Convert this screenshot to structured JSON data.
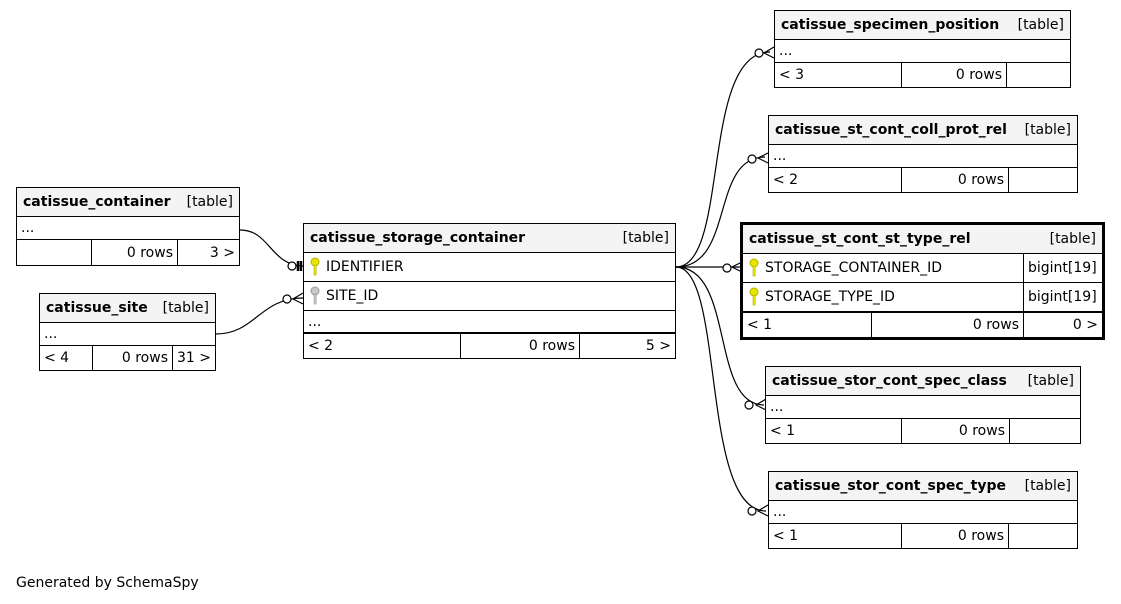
{
  "footer": "Generated by SchemaSpy",
  "tables": {
    "container": {
      "name": "catissue_container",
      "type": "[table]",
      "dots": "...",
      "stats": [
        "",
        "0 rows",
        "3 >"
      ]
    },
    "site": {
      "name": "catissue_site",
      "type": "[table]",
      "dots": "...",
      "stats": [
        "< 4",
        "0 rows",
        "31 >"
      ]
    },
    "storage": {
      "name": "catissue_storage_container",
      "type": "[table]",
      "columns": [
        {
          "name": "IDENTIFIER",
          "key": "primary"
        },
        {
          "name": "SITE_ID",
          "key": "foreign"
        }
      ],
      "dots": "...",
      "stats": [
        "< 2",
        "0 rows",
        "5 >"
      ]
    },
    "spec_pos": {
      "name": "catissue_specimen_position",
      "type": "[table]",
      "dots": "...",
      "stats": [
        "< 3",
        "0 rows",
        ""
      ]
    },
    "coll_prot": {
      "name": "catissue_st_cont_coll_prot_rel",
      "type": "[table]",
      "dots": "...",
      "stats": [
        "< 2",
        "0 rows",
        ""
      ]
    },
    "st_type": {
      "name": "catissue_st_cont_st_type_rel",
      "type": "[table]",
      "columns": [
        {
          "name": "STORAGE_CONTAINER_ID",
          "dtype": "bigint[19]",
          "key": "primary"
        },
        {
          "name": "STORAGE_TYPE_ID",
          "dtype": "bigint[19]",
          "key": "primary"
        }
      ],
      "stats": [
        "< 1",
        "0 rows",
        "0 >"
      ]
    },
    "spec_class": {
      "name": "catissue_stor_cont_spec_class",
      "type": "[table]",
      "dots": "...",
      "stats": [
        "< 1",
        "0 rows",
        ""
      ]
    },
    "spec_type": {
      "name": "catissue_stor_cont_spec_type",
      "type": "[table]",
      "dots": "...",
      "stats": [
        "< 1",
        "0 rows",
        ""
      ]
    }
  },
  "colors": {
    "primary_key": "#e6e600",
    "foreign_key": "#b0b0b0",
    "header_bg": "#f4f4f4"
  }
}
